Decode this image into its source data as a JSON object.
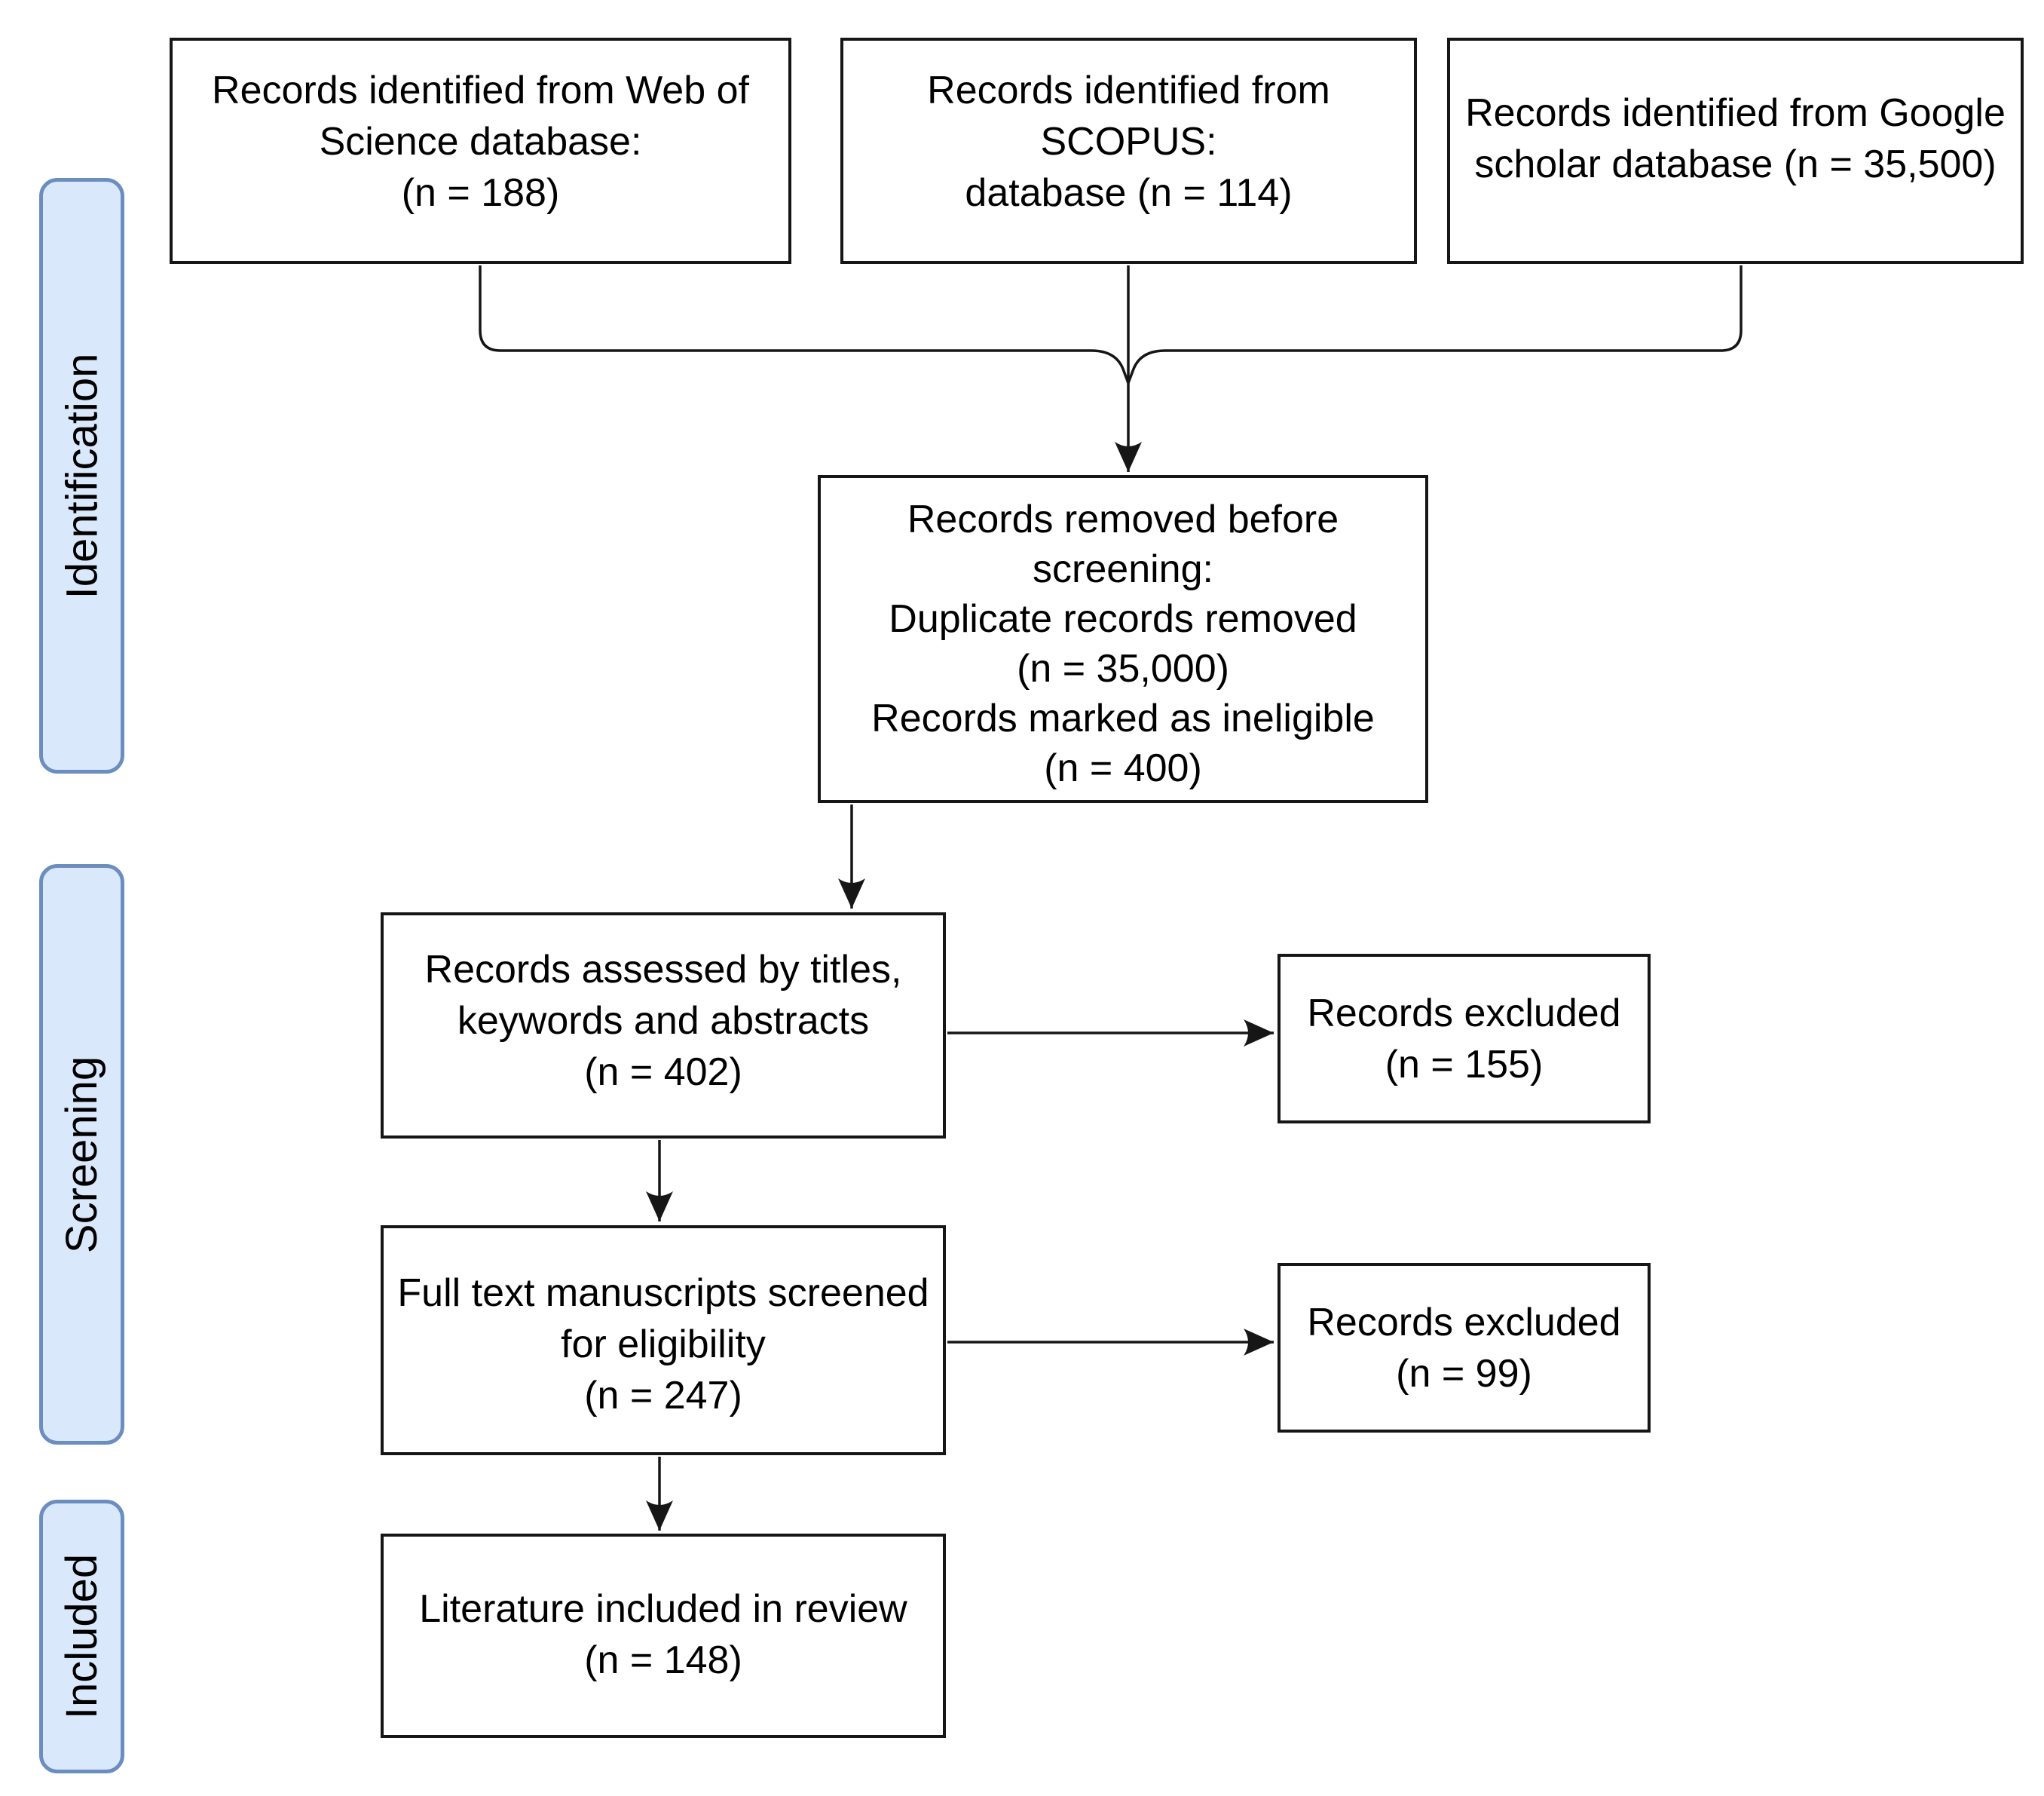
{
  "colors": {
    "canvas_bg": "#ffffff",
    "box_fill": "#ffffff",
    "box_border": "#161616",
    "connector": "#161616",
    "stage_fill": "#dae8fc",
    "stage_border": "#6c8ebf",
    "text": "#000000"
  },
  "stages": {
    "identification": {
      "label": "Identification"
    },
    "screening": {
      "label": "Screening"
    },
    "included": {
      "label": "Included"
    }
  },
  "boxes": {
    "wos": {
      "lines": [
        "Records identified from Web of",
        "Science database:",
        "(n = 188)"
      ]
    },
    "scopus": {
      "lines": [
        "Records identified from",
        "SCOPUS:",
        "database (n = 114)"
      ]
    },
    "google": {
      "lines": [
        "Records identified from Google",
        "scholar database (n = 35,500)"
      ]
    },
    "removed": {
      "lines": [
        "Records removed before",
        "screening:",
        "Duplicate records removed",
        "(n = 35,000)",
        "Records marked as ineligible",
        "(n = 400)"
      ]
    },
    "assessed": {
      "lines": [
        "Records assessed by titles,",
        "keywords and abstracts",
        "(n = 402)"
      ]
    },
    "excluded_titles": {
      "lines": [
        "Records excluded",
        "(n = 155)"
      ]
    },
    "fulltext": {
      "lines": [
        "Full text manuscripts screened",
        "for eligibility",
        "(n = 247)"
      ]
    },
    "excluded_fulltext": {
      "lines": [
        "Records excluded",
        "(n = 99)"
      ]
    },
    "included_review": {
      "lines": [
        "Literature included in review",
        "(n = 148)"
      ]
    }
  }
}
